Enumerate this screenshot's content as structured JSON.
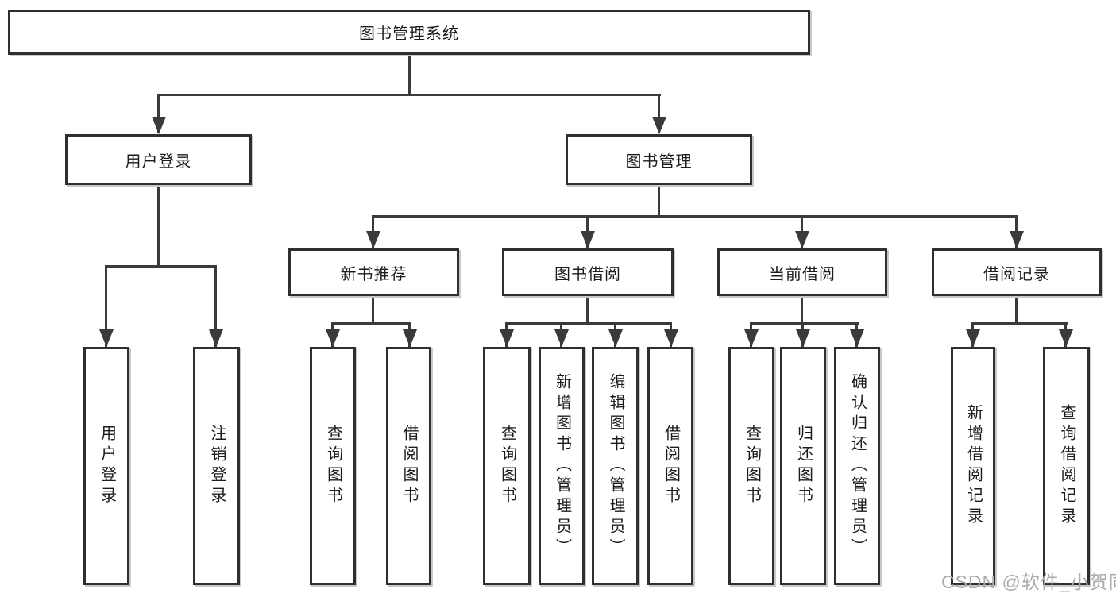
{
  "nodes": {
    "root": "图书管理系统",
    "user_login": "用户登录",
    "book_mgmt": "图书管理",
    "new_book_rec": "新书推荐",
    "book_borrow": "图书借阅",
    "current_borrow": "当前借阅",
    "borrow_record": "借阅记录",
    "leaf_user_login": "用户登录",
    "leaf_logout": "注销登录",
    "leaf_query_book_1": "查询图书",
    "leaf_borrow_book_1": "借阅图书",
    "leaf_query_book_2": "查询图书",
    "leaf_add_book": "新增图书（管理员）",
    "leaf_edit_book": "编辑图书（管理员）",
    "leaf_borrow_book_2": "借阅图书",
    "leaf_query_book_3": "查询图书",
    "leaf_return_book": "归还图书",
    "leaf_confirm_return": "确认归还（管理员）",
    "leaf_add_record": "新增借阅记录",
    "leaf_query_record": "查询借阅记录"
  },
  "watermark": "CSDN @软件_小贺同学",
  "colors": {
    "background": "#ffffff",
    "box_border": "#2f2f2f",
    "line": "#3a3a3a",
    "text": "#1c1c1c",
    "watermark": "#ababab"
  }
}
